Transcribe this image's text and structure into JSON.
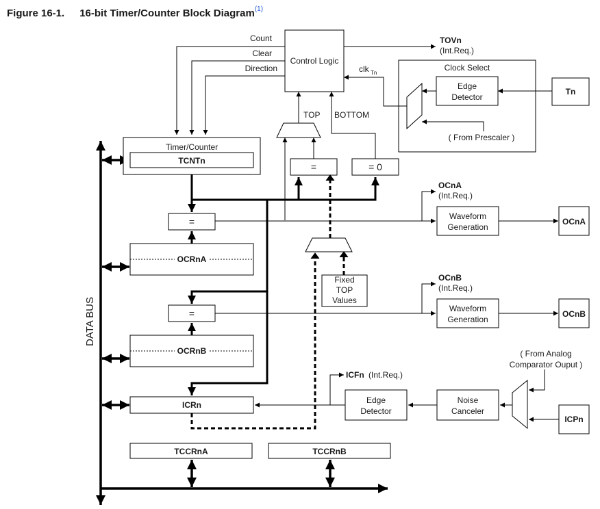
{
  "figure": {
    "number": "Figure 16-1.",
    "title": "16-bit Timer/Counter Block Diagram",
    "note": "(1)"
  },
  "blocks": {
    "control_logic": "Control Logic",
    "clock_select": "Clock Select",
    "edge_detector_clk": [
      "Edge",
      "Detector"
    ],
    "from_prescaler": "( From Prescaler )",
    "tn": "Tn",
    "timer_counter": "Timer/Counter",
    "tcntn": "TCNTn",
    "eq_top": "=",
    "eq_zero": "= 0",
    "compare_a": "=",
    "ocrna": "OCRnA",
    "compare_b": "=",
    "ocrnb": "OCRnB",
    "fixed_top_values": [
      "Fixed",
      "TOP",
      "Values"
    ],
    "waveform_a": [
      "Waveform",
      "Generation"
    ],
    "waveform_b": [
      "Waveform",
      "Generation"
    ],
    "ocna_pin": "OCnA",
    "ocnb_pin": "OCnB",
    "icrn": "ICRn",
    "edge_detector_ic": [
      "Edge",
      "Detector"
    ],
    "noise_canceler": [
      "Noise",
      "Canceler"
    ],
    "icpn": "ICPn",
    "from_analog": [
      "( From Analog",
      "Comparator Ouput )"
    ],
    "tccrna": "TCCRnA",
    "tccrnb": "TCCRnB",
    "data_bus": "DATA BUS"
  },
  "signals": {
    "count": "Count",
    "clear": "Clear",
    "direction": "Direction",
    "tovn": "TOVn",
    "tovn_req": "(Int.Req.)",
    "clk": "clk",
    "clk_sub": "Tn",
    "top": "TOP",
    "bottom": "BOTTOM",
    "ocna_flag": "OCnA",
    "ocna_req": "(Int.Req.)",
    "ocnb_flag": "OCnB",
    "ocnb_req": "(Int.Req.)",
    "icfn": "ICFn",
    "icfn_req": "(Int.Req.)"
  }
}
